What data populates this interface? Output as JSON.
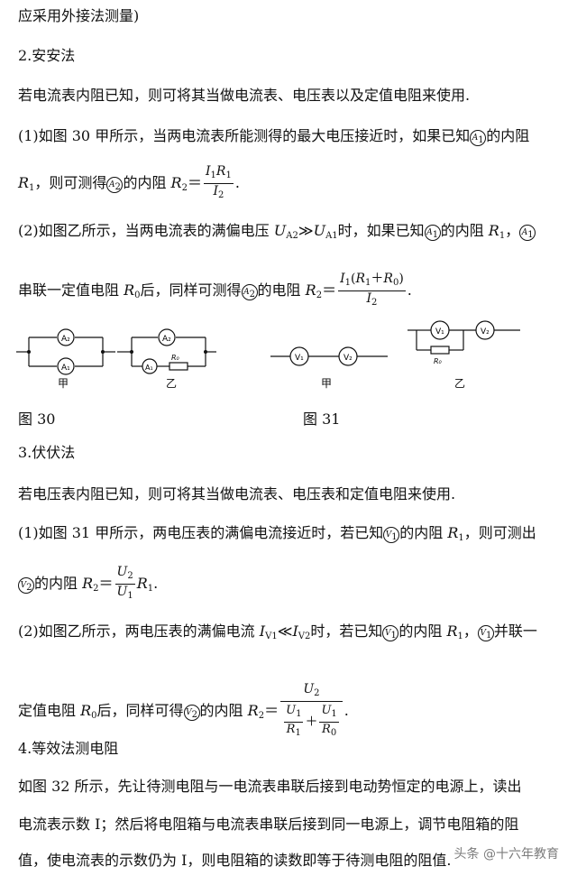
{
  "p1": "应采用外接法测量)",
  "h2": "2.安安法",
  "p2": "若电流表内阻已知，则可将其当做电流表、电压表以及定值电阻来使用.",
  "p3a": "(1)如图 30 甲所示，当两电流表所能测得的最大电压接近时，如果已知",
  "p3b": "的内阻",
  "p4a": "，则可测得",
  "p4b": "的内阻",
  "p5a": "(2)如图乙所示，当两电流表的满偏电压",
  "p5b": "时，如果已知",
  "p5c": "的内阻",
  "p6a": "串联一定值电阻",
  "p6b": "后，同样可测得",
  "p6c": "的电阻",
  "fig30_label": "图 30",
  "fig31_label": "图 31",
  "jia": "甲",
  "yi": "乙",
  "h3": "3.伏伏法",
  "p7": "若电压表内阻已知，则可将其当做电流表、电压表和定值电阻来使用.",
  "p8a": "(1)如图 31 甲所示，两电压表的满偏电流接近时，若已知",
  "p8b": "的内阻",
  "p8c": "，则可测出",
  "p9a": "的内阻",
  "p10a": "(2)如图乙所示，两电压表的满偏电流",
  "p10b": "时，若已知",
  "p10c": "的内阻",
  "p10d": "并联一",
  "p11a": "定值电阻",
  "p11b": "后，同样可得",
  "p11c": "的内阻",
  "h4": "4.等效法测电阻",
  "p12": "如图 32 所示，先让待测电阻与一电流表串联后接到电动势恒定的电源上，读出",
  "p13": "电流表示数 I；然后将电阻箱与电流表串联后接到同一电源上，调节电阻箱的阻",
  "p14": "值，使电流表的示数仍为 I，则电阻箱的读数即等于待测电阻的阻值.",
  "watermark": "头条 @十六年教育",
  "symbols": {
    "A1": "A",
    "A2": "A",
    "V1": "V",
    "V2": "V",
    "R": "R",
    "I": "I",
    "U": "U",
    "one": "1",
    "two": "2",
    "zero": "0",
    "eq": "＝",
    "gg": "≫",
    "ll": "≪",
    "plus": "＋",
    "R0": "R",
    "comma": "，",
    "period": "."
  }
}
